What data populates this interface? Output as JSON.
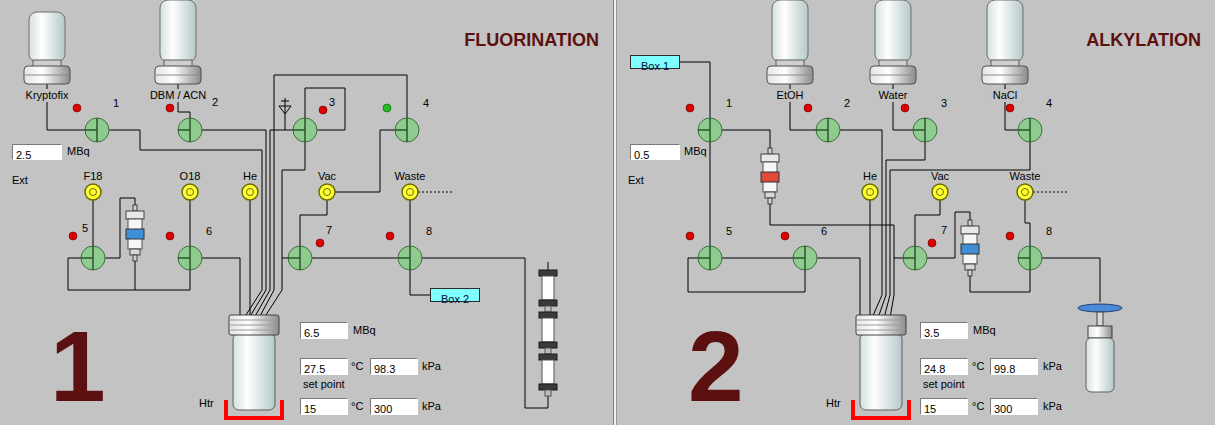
{
  "diagram": {
    "nodes": [
      {
        "text": [
          "FLUORINATION"
        ]
      },
      {
        "text": [
          "ALKYLATION"
        ]
      },
      {
        "text": [
          "2.5"
        ],
        "in": 0
      },
      {
        "text": [
          "6.5"
        ],
        "in": 0
      },
      {
        "text": [
          "27.5"
        ],
        "in": 0
      },
      {
        "text": [
          "98.3"
        ],
        "in": 0
      },
      {
        "text": [
          "15"
        ],
        "in": 0
      },
      {
        "text": [
          "300"
        ],
        "in": 0
      },
      {
        "text": [
          "Box 2"
        ],
        "in": 0
      },
      {
        "text": [
          "Box 1"
        ],
        "in": 1
      },
      {
        "text": [
          "0.5"
        ],
        "in": 1
      },
      {
        "text": [
          "3.5"
        ],
        "in": 1
      },
      {
        "text": [
          "24.8"
        ],
        "in": 1
      },
      {
        "text": [
          "99.8"
        ],
        "in": 1
      },
      {
        "text": [
          "15"
        ],
        "in": 1
      },
      {
        "text": [
          "300"
        ],
        "in": 1
      }
    ],
    "labels": [
      "1",
      "Kryptofix",
      "DBM / ACN",
      "1",
      "2",
      "3",
      "4",
      "5",
      "6",
      "7",
      "8",
      "MBq",
      "Ext",
      "F18",
      "O18",
      "He",
      "Vac",
      "Waste",
      "MBq",
      "°C",
      "kPa",
      "set point",
      "°C",
      "kPa",
      "Htr",
      "2",
      "EtOH",
      "Water",
      "NaCl",
      "1",
      "2",
      "3",
      "4",
      "5",
      "6",
      "7",
      "8",
      "MBq",
      "Ext",
      "He",
      "Vac",
      "Waste",
      "MBq",
      "°C",
      "kPa",
      "set point",
      "°C",
      "kPa",
      "Htr"
    ]
  }
}
